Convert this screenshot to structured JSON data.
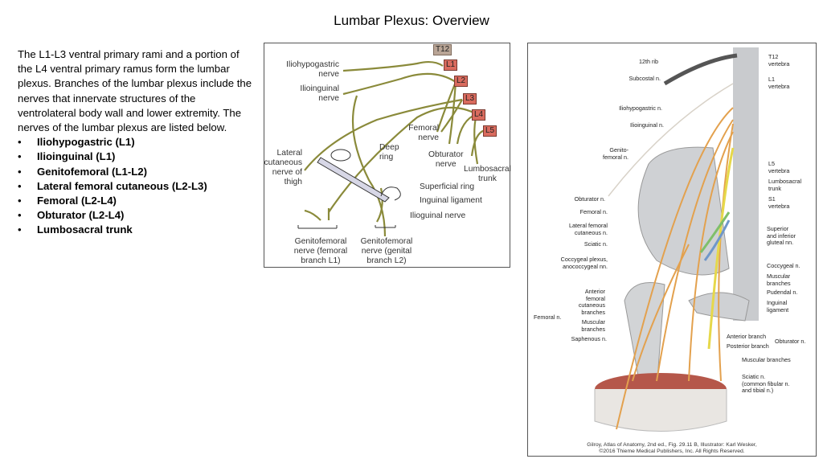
{
  "title": "Lumbar Plexus: Overview",
  "intro": "The L1-L3 ventral primary rami and a portion of the L4 ventral primary ramus form the lumbar plexus. Branches of the lumbar plexus include the nerves that innervate structures of the ventrolateral body wall and lower extremity. The nerves of the lumbar plexus are listed below.",
  "bullets": [
    "Iliohypogastric (L1)",
    "Ilioinguinal (L1)",
    "Genitofemoral (L1-L2)",
    "Lateral femoral cutaneous (L2-L3)",
    "Femoral (L2-L4)",
    "Obturator (L2-L4)",
    "Lumbosacral trunk"
  ],
  "diagram1": {
    "segments": [
      "T12",
      "L1",
      "L2",
      "L3",
      "L4",
      "L5"
    ],
    "labels": [
      "Iliohypogastric\nnerve",
      "Ilioinguinal\nnerve",
      "Femoral\nnerve",
      "Obturator\nnerve",
      "Lumbosacral\ntrunk",
      "Lateral\ncutaneous\nnerve of\nthigh",
      "Deep\nring",
      "Superficial ring",
      "Inguinal ligament",
      "Ilioguinal nerve",
      "Genitofemoral\nnerve (femoral\nbranch L1)",
      "Genitofemoral\nnerve (genital\nbranch L2)"
    ]
  },
  "diagram2": {
    "left_labels": [
      "12th rib",
      "Subcostal n.",
      "Iliohypogastric n.",
      "Ilioinguinal n.",
      "Genito-\nfemoral n.",
      "Obturator n.",
      "Femoral n.",
      "Lateral femoral\ncutaneous n.",
      "Sciatic n.",
      "Coccygeal plexus,\nanococcygeal nn.",
      "Anterior\nfemoral\ncutaneous\nbranches",
      "Muscular\nbranches",
      "Saphenous n.",
      "Femoral n."
    ],
    "right_labels": [
      "T12\nvertebra",
      "L1\nvertebra",
      "L5\nvertebra",
      "Lumbosacral\ntrunk",
      "S1\nvertebra",
      "Superior\nand inferior\ngluteal nn.",
      "Coccygeal n.",
      "Muscular\nbranches",
      "Pudendal n.",
      "Inguinal\nligament",
      "Anterior branch",
      "Posterior branch",
      "Obturator n.",
      "Muscular branches",
      "Sciatic n.\n(common fibular n.\nand tibial n.)"
    ],
    "credit": "Gilroy, Atlas of Anatomy, 2nd ed., Fig. 29.11 B, Illustrator: Karl Wesker,\n©2016 Thieme Medical Publishers, Inc. All Rights Reserved."
  },
  "colors": {
    "nerve": "#8a8a3a",
    "segment": "#d96b5e",
    "femoral_nerve": "#e3a14e",
    "bone": "#c9cbce",
    "muscle": "#b5574a"
  }
}
